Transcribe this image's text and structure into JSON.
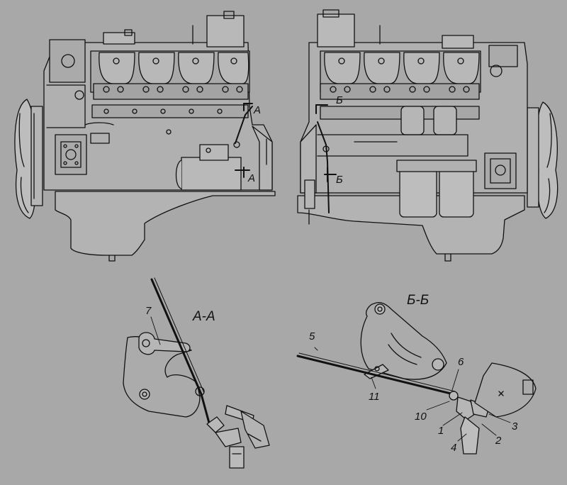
{
  "views": {
    "left_engine": {
      "marker_upper": "А",
      "marker_lower": "А"
    },
    "right_engine": {
      "marker_upper": "Б",
      "marker_lower": "Б"
    }
  },
  "details": {
    "section_a": {
      "title": "А-А",
      "callouts": [
        "7"
      ]
    },
    "section_b": {
      "title": "Б-Б",
      "callouts": [
        "5",
        "11",
        "6",
        "10",
        "1",
        "3",
        "2",
        "4"
      ]
    }
  }
}
